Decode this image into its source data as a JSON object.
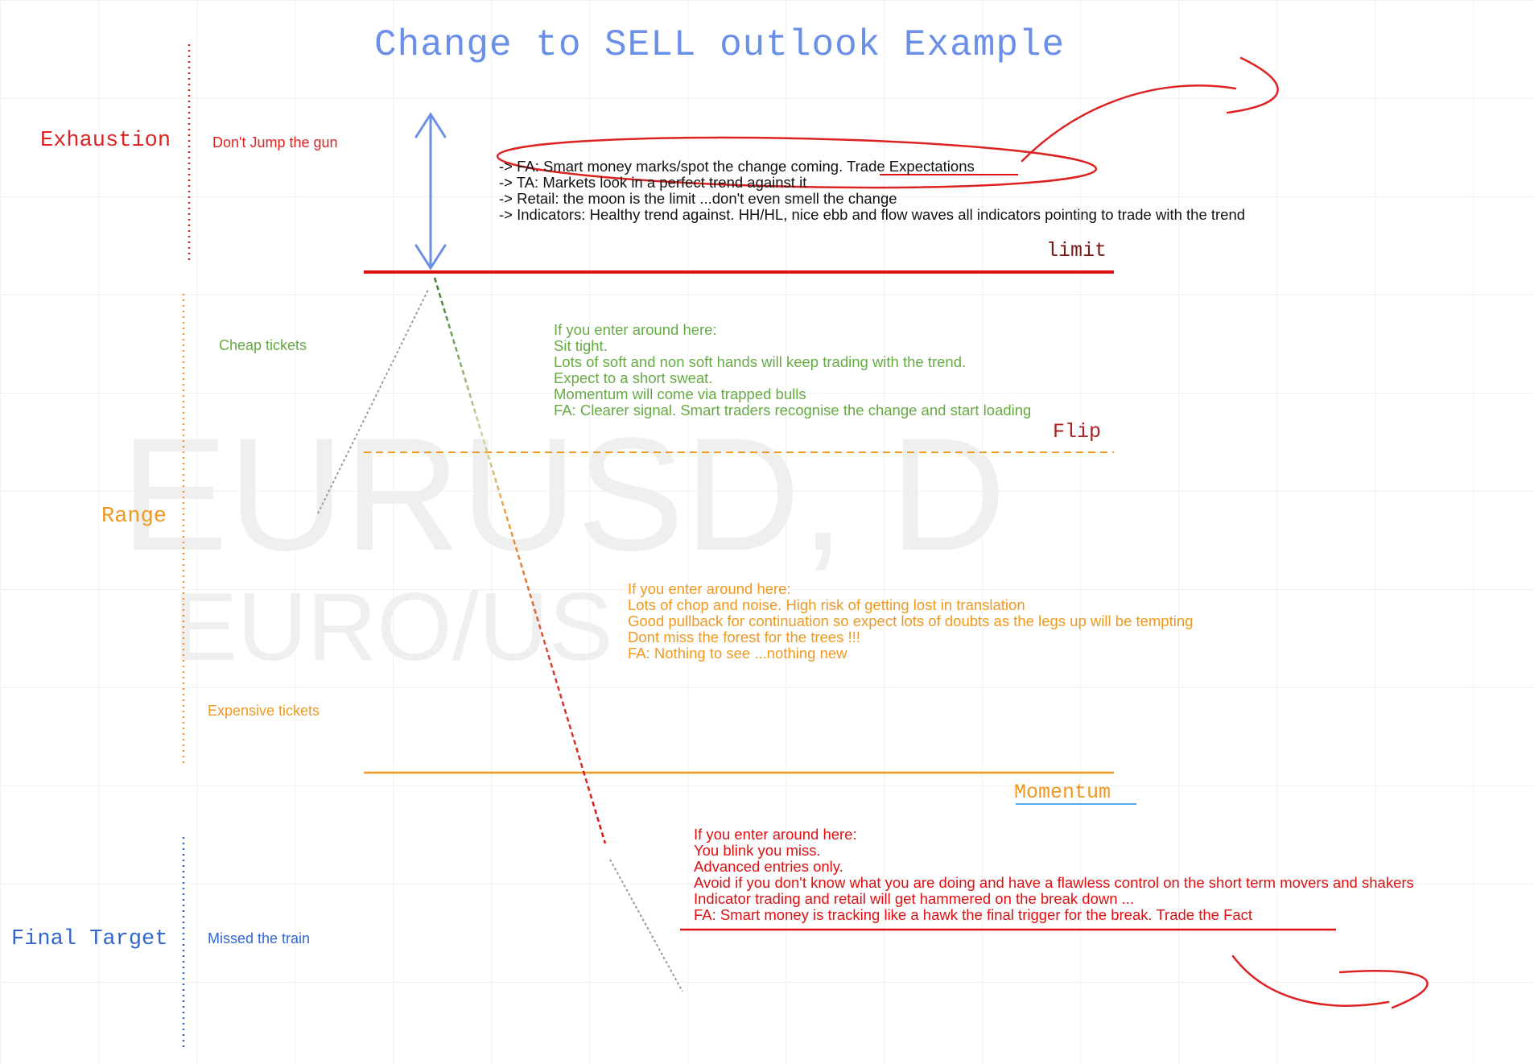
{
  "title": "Change to SELL outlook Example",
  "watermark": {
    "symbol": "EURUSD, D",
    "pair": "EURO/US"
  },
  "colors": {
    "title": "#6a8fe6",
    "exhaustion": "#dd2222",
    "range": "#ee9922",
    "final_target": "#3366cc",
    "green": "#66aa44",
    "limit": "#7a1a1a",
    "arrow": "#6a8fe6"
  },
  "zones": {
    "exhaustion": {
      "label": "Exhaustion",
      "sublabel": "Don't Jump the gun"
    },
    "range": {
      "label": "Range",
      "sublabel_top": "Cheap tickets",
      "sublabel_bottom": "Expensive tickets"
    },
    "final_target": {
      "label": "Final Target",
      "sublabel": "Missed the train"
    }
  },
  "levels": {
    "limit": "limit",
    "flip": "Flip",
    "momentum": "Momentum"
  },
  "notes": {
    "exhaustion": [
      "-> FA:  Smart money marks/spot the change coming. Trade Expectations",
      "-> TA: Markets look in a perfect trend against it",
      "-> Retail: the moon is the limit ...don't even smell the change",
      "-> Indicators: Healthy trend against. HH/HL, nice ebb and flow waves all indicators pointing to trade with the trend"
    ],
    "cheap": [
      "If you enter around here:",
      "Sit tight.",
      "Lots of soft and non soft hands will keep trading with the trend.",
      "Expect to a short sweat.",
      "Momentum will come via trapped bulls",
      "FA: Clearer signal. Smart traders recognise the change and start loading"
    ],
    "range": [
      "If you enter around here:",
      "Lots of chop and noise. High risk of getting lost in translation",
      "Good pullback for continuation so expect lots of doubts as the legs up will be tempting",
      "Dont miss the forest for the trees !!!",
      "FA: Nothing to see ...nothing new"
    ],
    "final": [
      "If you enter around here:",
      "You blink you miss.",
      "Advanced entries only.",
      "Avoid if you don't know what you are doing and have a flawless control on the short term movers and shakers",
      "Indicator trading and retail will get hammered on the break down ...",
      "FA: Smart money is tracking like a hawk the final trigger for the break. Trade the Fact"
    ]
  }
}
